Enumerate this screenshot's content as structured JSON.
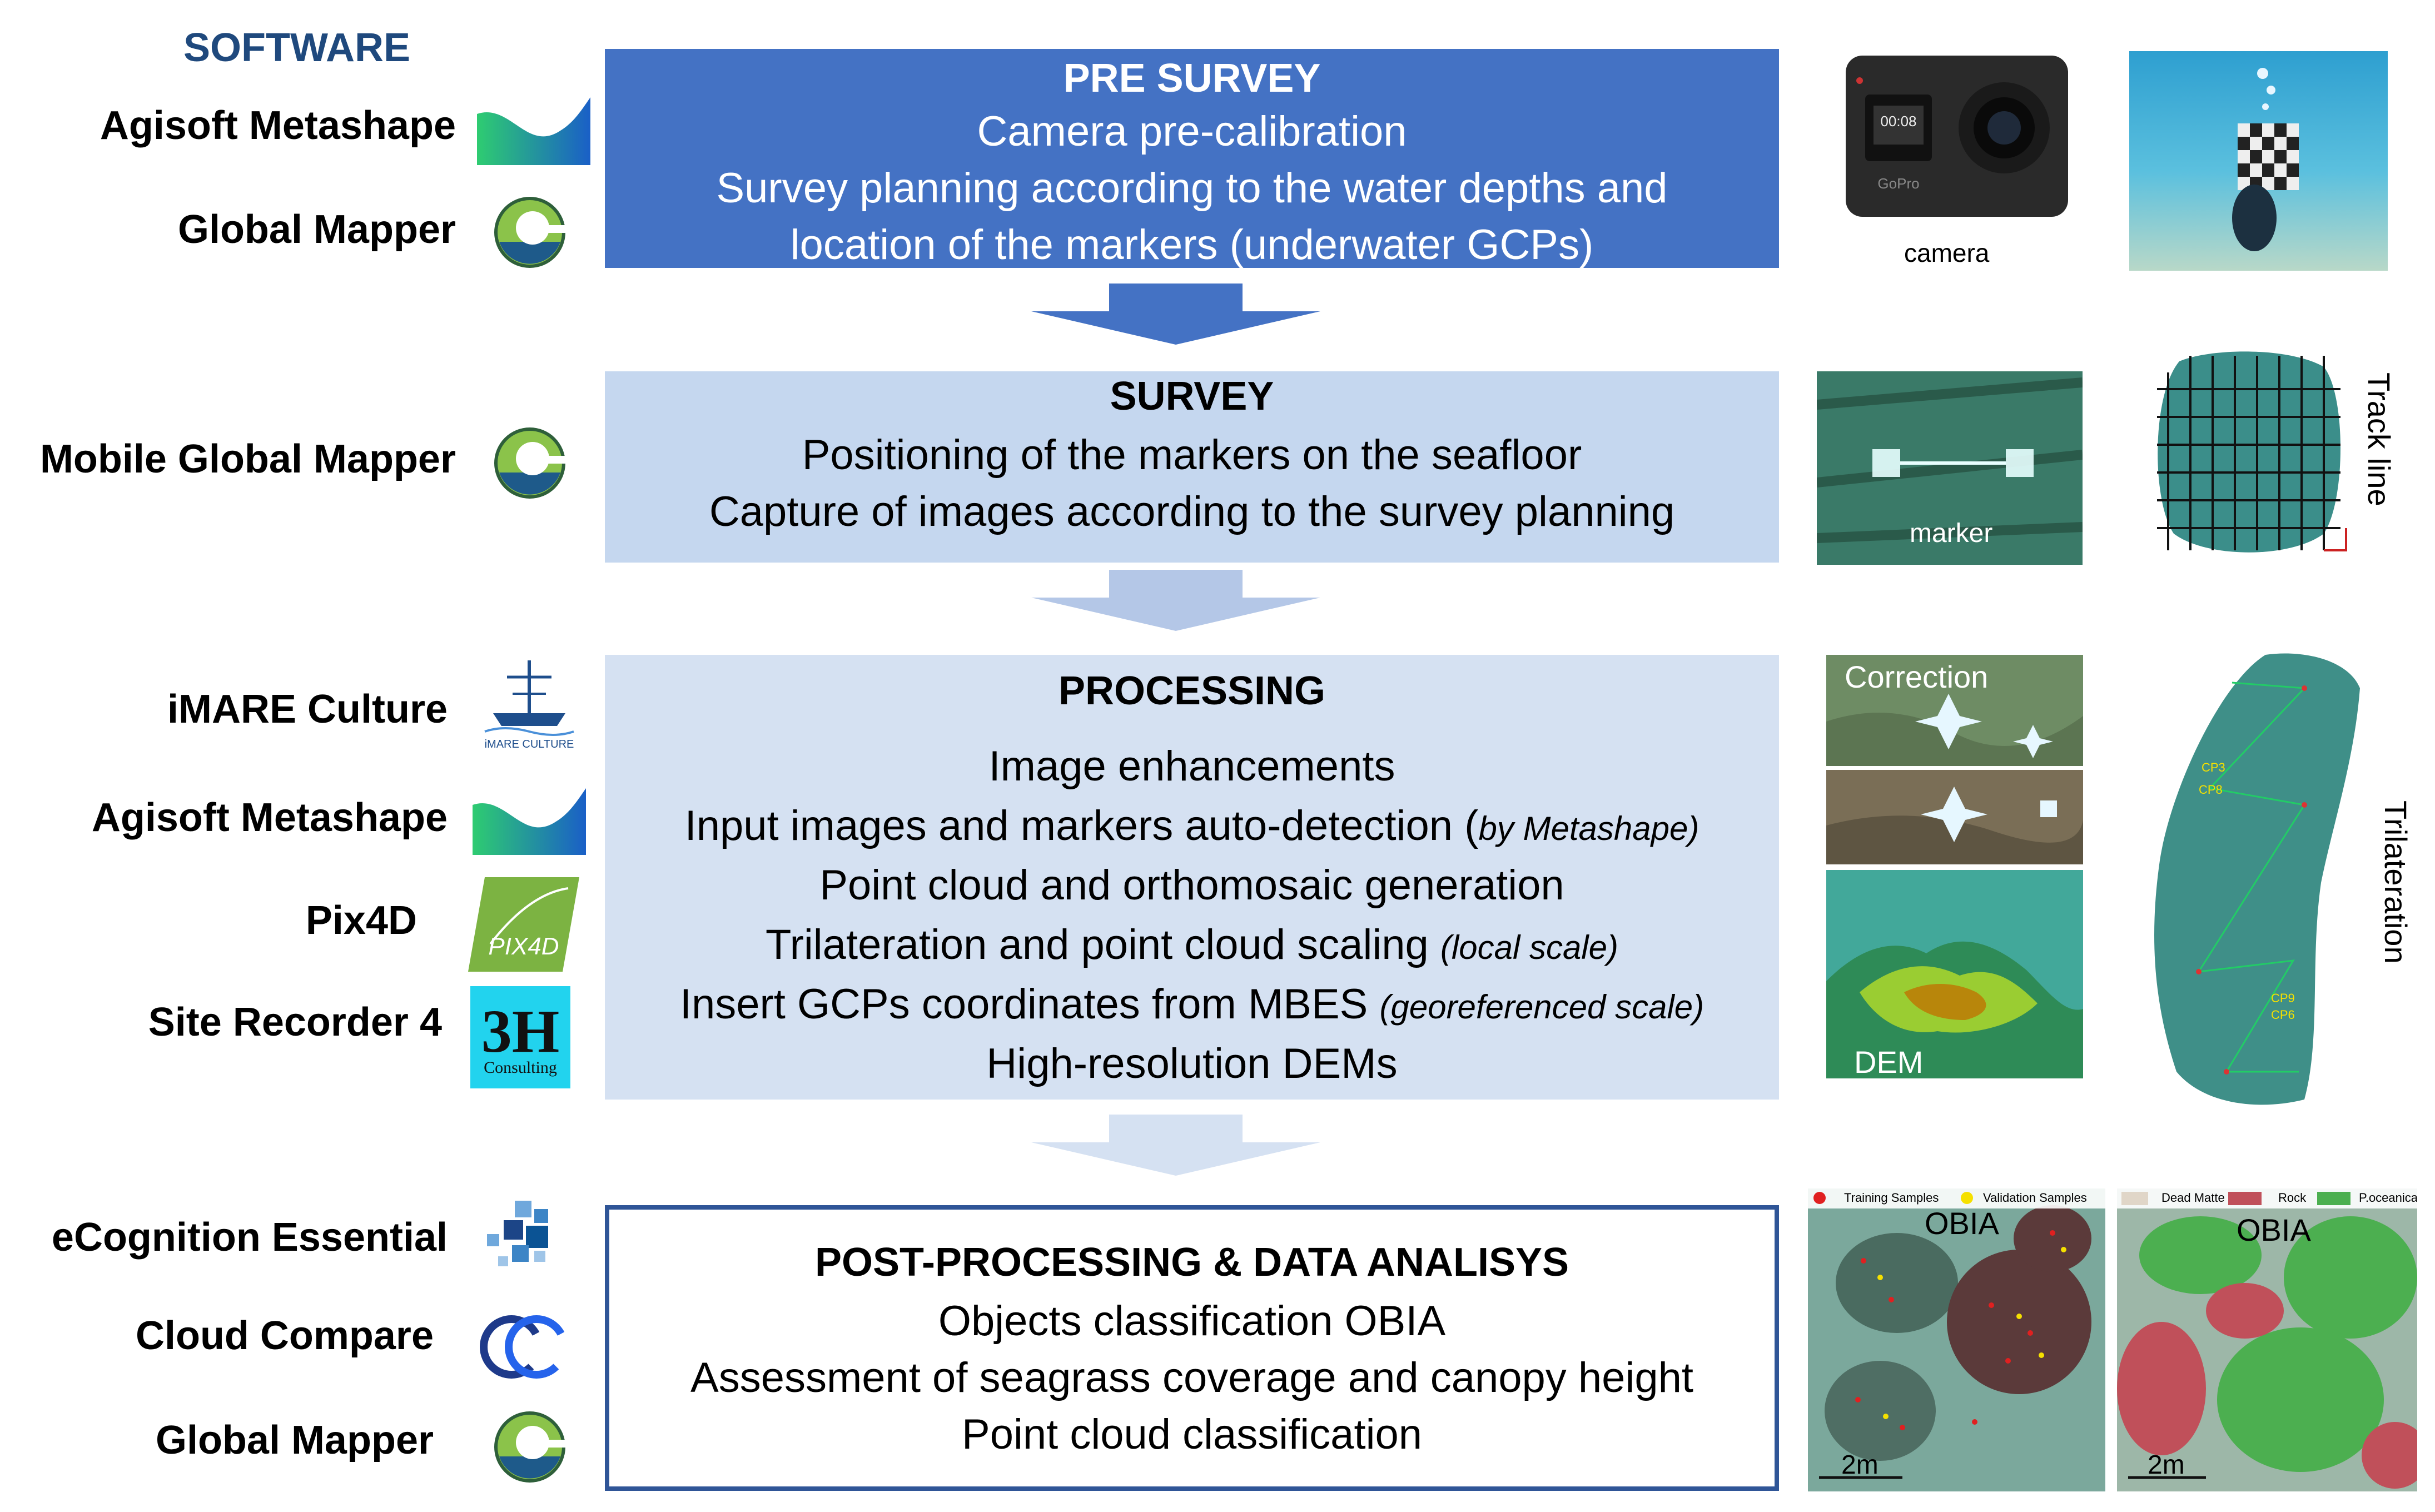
{
  "software": {
    "title": "SOFTWARE",
    "pre_survey": [
      "Agisoft Metashape",
      "Global Mapper"
    ],
    "survey": [
      "Mobile Global Mapper"
    ],
    "processing": [
      "iMARE Culture",
      "Agisoft Metashape",
      "Pix4D",
      "Site Recorder 4"
    ],
    "post": [
      "eCognition Essential",
      "Cloud Compare",
      "Global Mapper"
    ]
  },
  "logo_text": {
    "imare": "iMARE CULTURE",
    "pix4d": "PIX4D",
    "threeh_main": "3H",
    "threeh_sub": "Consulting",
    "cc": "CC",
    "gopro_time": "00:08",
    "gopro_brand": "GoPro"
  },
  "panels": {
    "pre_survey": {
      "title": "PRE SURVEY",
      "lines": [
        "Camera pre-calibration",
        "Survey planning according to the water depths and",
        "location of the markers (underwater GCPs)"
      ]
    },
    "survey": {
      "title": "SURVEY",
      "lines": [
        "Positioning of the markers on the seafloor",
        "Capture of images according to the survey planning"
      ]
    },
    "processing": {
      "title": "PROCESSING",
      "lines": [
        {
          "text": "Image enhancements",
          "note": ""
        },
        {
          "text": "Input images and markers auto-detection (",
          "note": "by Metashape)"
        },
        {
          "text": "Point cloud and orthomosaic generation",
          "note": ""
        },
        {
          "text": "Trilateration and point cloud scaling ",
          "note": "(local scale)"
        },
        {
          "text": "Insert GCPs coordinates from MBES ",
          "note": "(georeferenced scale)"
        },
        {
          "text": "High-resolution DEMs",
          "note": ""
        }
      ]
    },
    "post": {
      "title": "POST-PROCESSING & DATA ANALISYS",
      "lines": [
        "Objects classification OBIA",
        "Assessment of seagrass coverage and canopy height",
        "Point cloud classification"
      ]
    }
  },
  "images": {
    "camera_caption": "camera",
    "marker_caption": "marker",
    "trackline_caption": "Track line",
    "correction_caption": "Correction",
    "dem_caption": "DEM",
    "trilateration_caption": "Trilateration",
    "obia_caption": "OBIA",
    "scale_caption": "2m",
    "cp_labels": [
      "CP3",
      "CP8",
      "CP9",
      "CP6"
    ],
    "legend_left": [
      "Training Samples",
      "Validation Samples"
    ],
    "legend_right": [
      "Dead Matte",
      "Rock",
      "P.oceanica"
    ]
  },
  "colors": {
    "pre_survey": "#4472C4",
    "survey": "#C5D7EF",
    "processing": "#D5E1F2",
    "post_border": "#2F5597",
    "software_title": "#1F497D",
    "arrow1": "#4472C4",
    "arrow2": "#B4C7E7",
    "arrow3": "#D5E1F2"
  }
}
